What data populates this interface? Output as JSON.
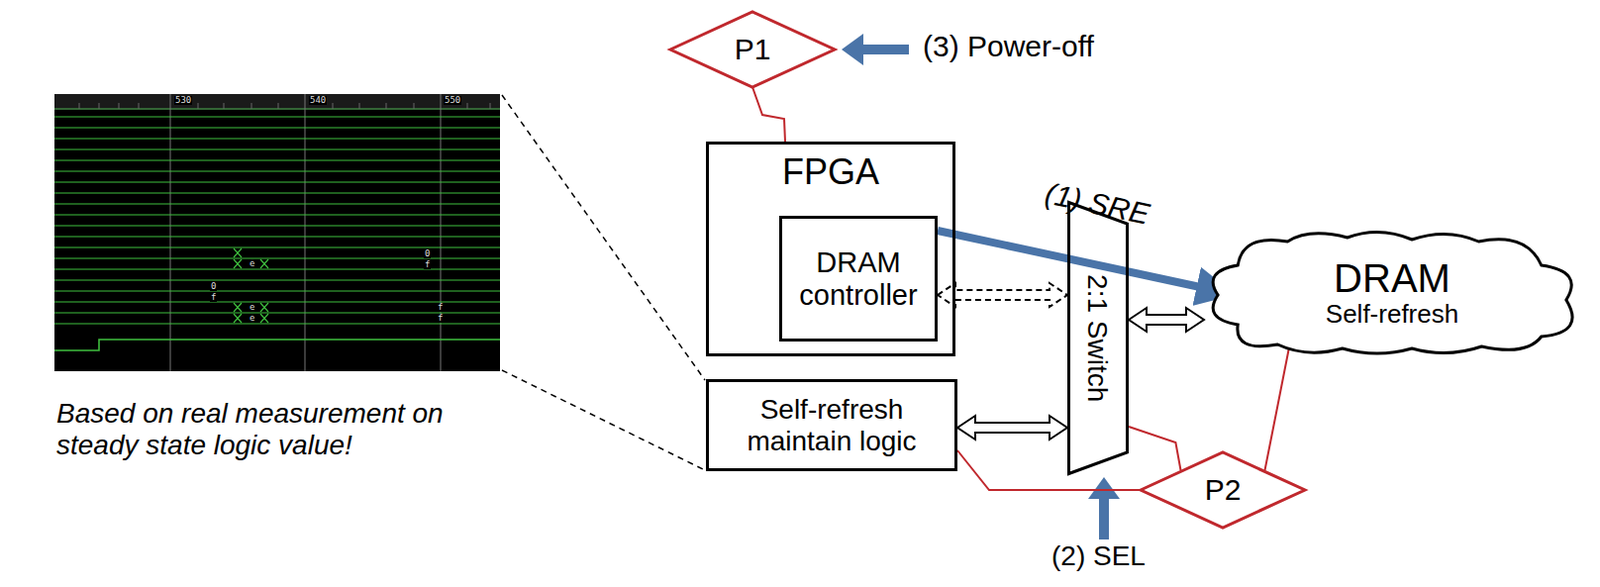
{
  "diagram": {
    "nodes": [
      {
        "text": [
          "P1"
        ]
      },
      {
        "text": [
          "FPGA"
        ]
      },
      {
        "text": [
          "DRAM controller"
        ],
        "in": 1
      },
      {
        "text": [
          "Self-refresh maintain logic"
        ]
      },
      {
        "text": [
          "2:1 Switch"
        ]
      },
      {
        "text": [
          "DRAM",
          "Self-refresh"
        ]
      },
      {
        "text": [
          "P2"
        ]
      }
    ],
    "edges": [
      {
        "from": 0,
        "to": 1,
        "arrow": "none"
      },
      {
        "from": 2,
        "to": 5,
        "label": "(1) SRE",
        "arrow": "to"
      },
      {
        "from": 2,
        "to": 4,
        "arrow": "both"
      },
      {
        "from": 3,
        "to": 4,
        "arrow": "both"
      },
      {
        "from": 4,
        "to": 5,
        "arrow": "both"
      },
      {
        "from": 6,
        "to": 4,
        "arrow": "none"
      },
      {
        "from": 6,
        "to": 5,
        "arrow": "none"
      },
      {
        "from": 6,
        "to": 3,
        "arrow": "none"
      }
    ],
    "labels": [
      "(3) Power-off",
      "(2) SEL",
      "Based on real measurement on steady state logic value!",
      "530",
      "540",
      "550",
      "e",
      "0",
      "f",
      "0",
      "f",
      "e",
      "f",
      "e",
      "f"
    ]
  }
}
